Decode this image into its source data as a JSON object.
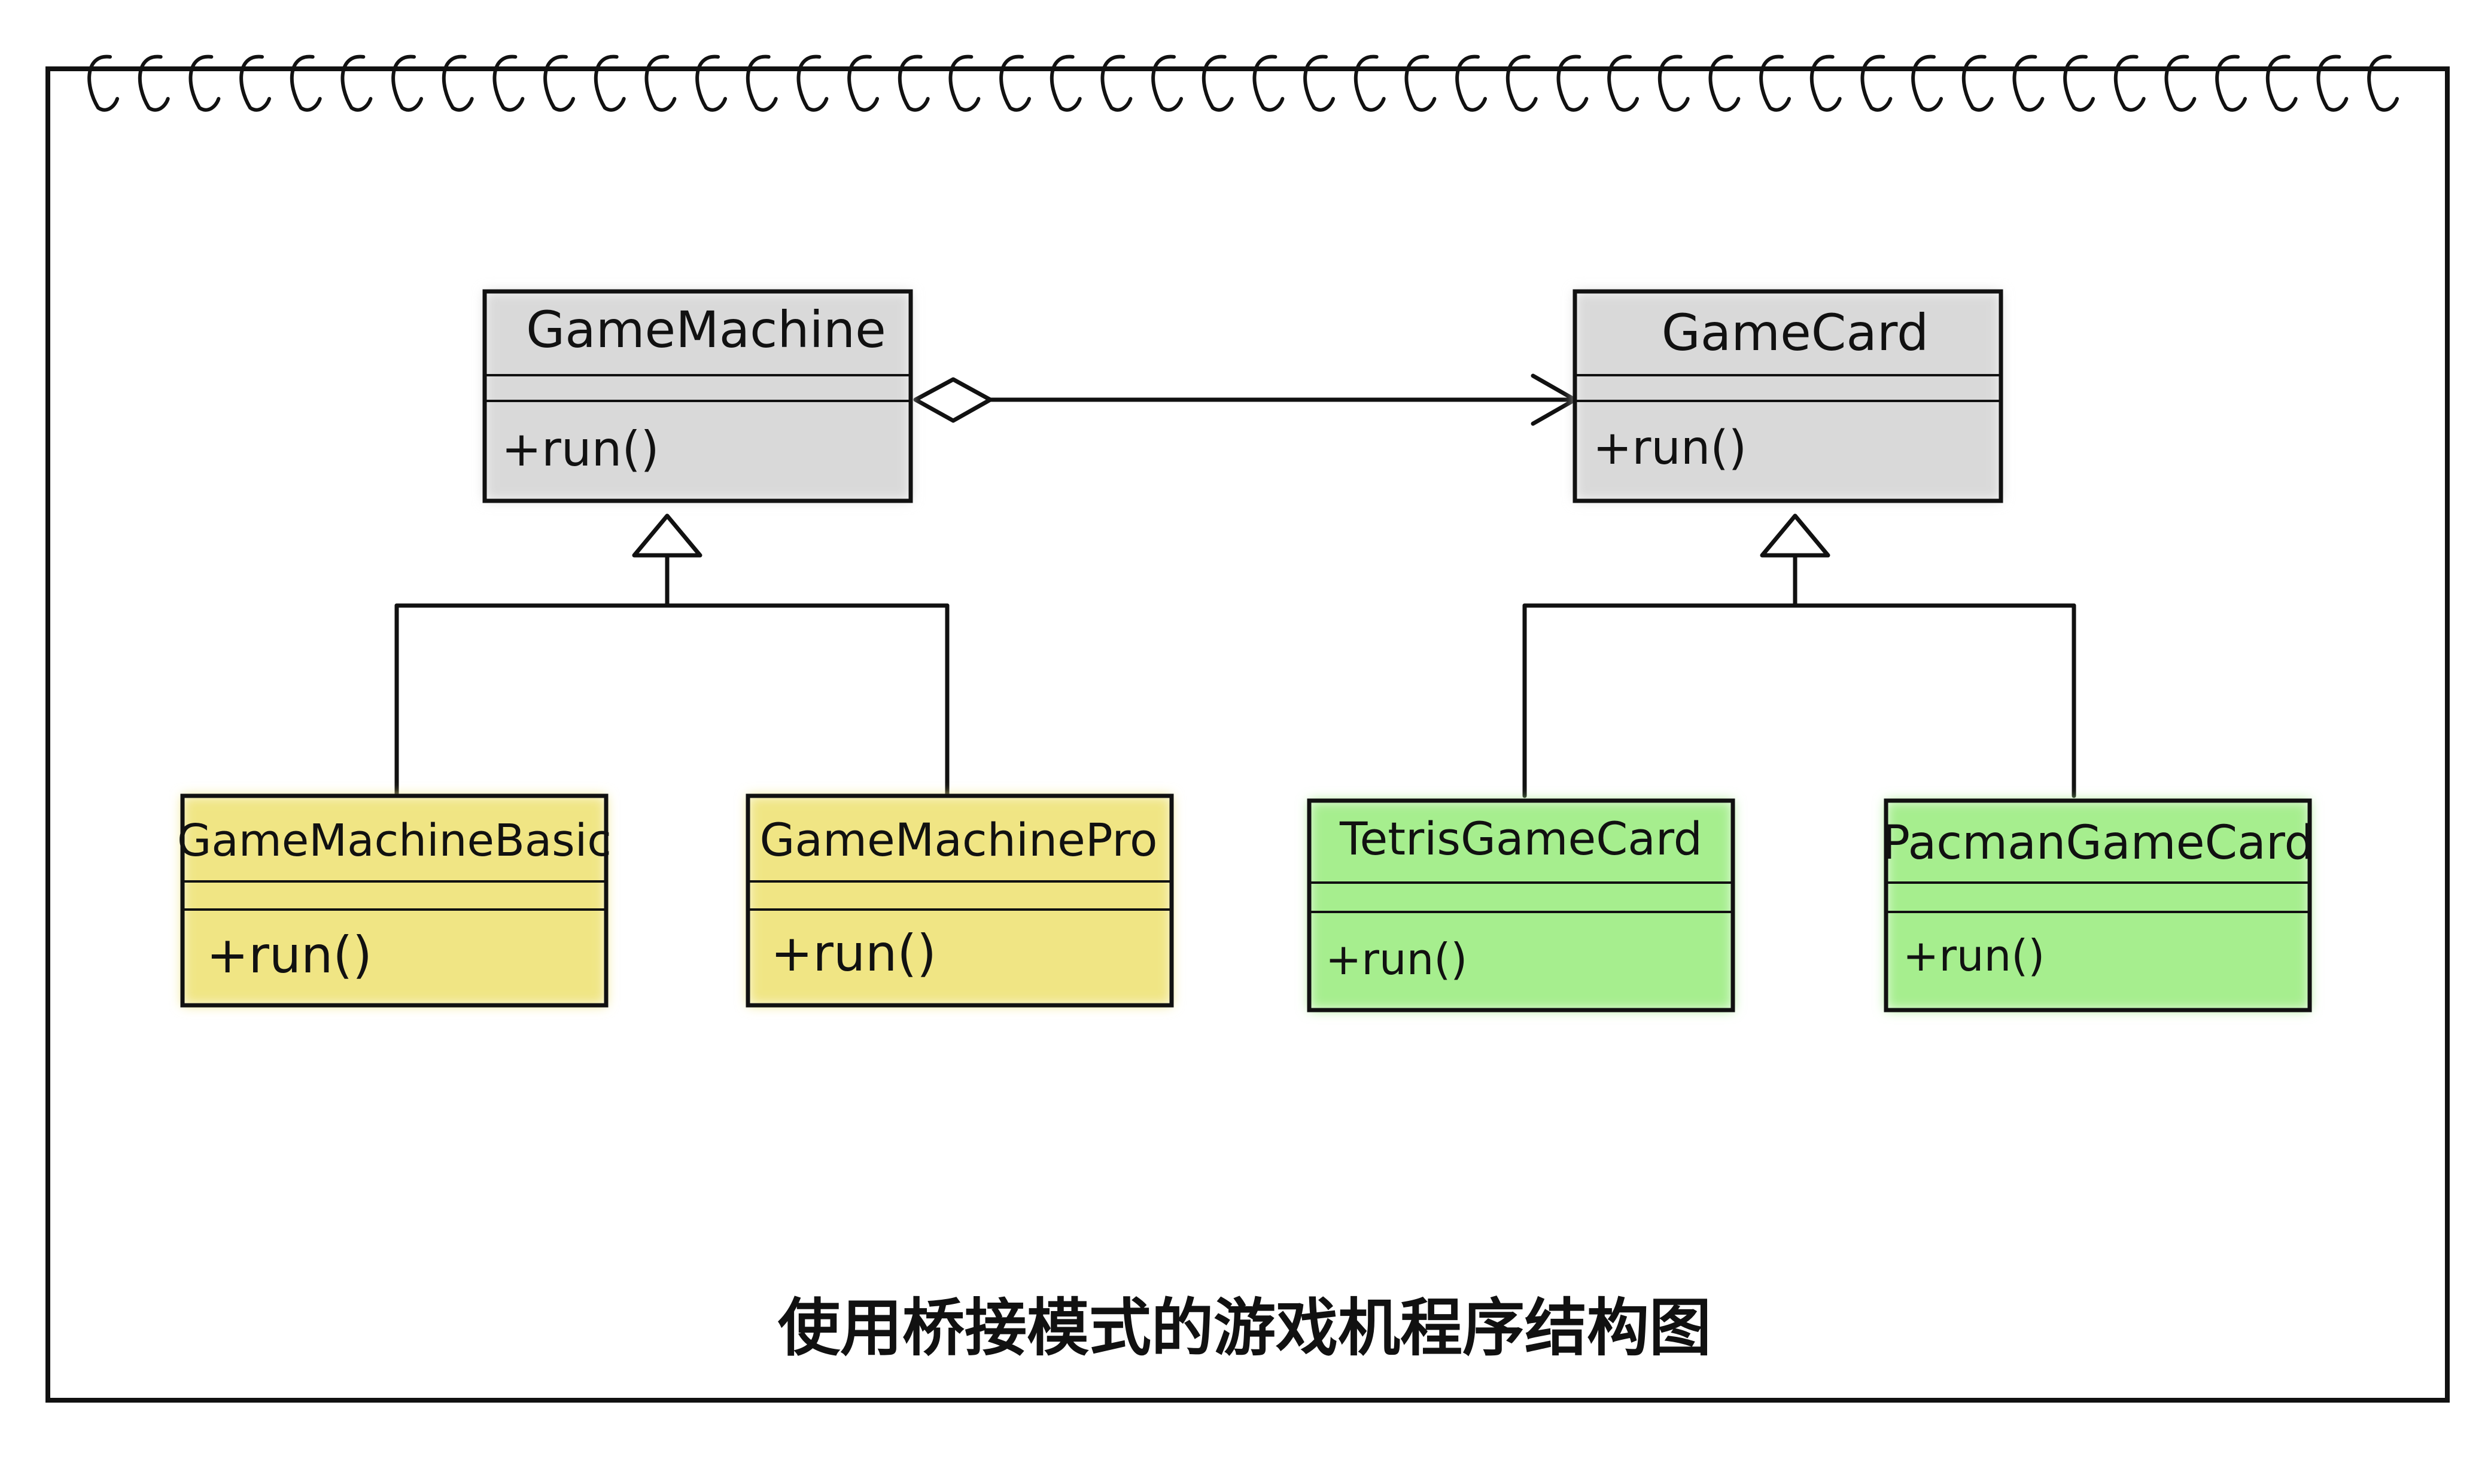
{
  "diagram": {
    "caption": "使用桥接模式的游戏机程序结构图",
    "colors": {
      "abstraction": "#d9d9d9",
      "refined_abstraction": "#f0e584",
      "implementor": "#d9d9d9",
      "concrete_implementor": "#a6ee8e",
      "line": "#111111"
    },
    "classes": {
      "game_machine": {
        "name": "GameMachine",
        "method": "+run()"
      },
      "game_card": {
        "name": "GameCard",
        "method": "+run()"
      },
      "game_machine_basic": {
        "name": "GameMachineBasic",
        "method": "+run()"
      },
      "game_machine_pro": {
        "name": "GameMachinePro",
        "method": "+run()"
      },
      "tetris_game_card": {
        "name": "TetrisGameCard",
        "method": "+run()"
      },
      "pacman_game_card": {
        "name": "PacmanGameCard",
        "method": "+run()"
      }
    },
    "relations": [
      {
        "type": "aggregation",
        "from": "GameMachine",
        "to": "GameCard"
      },
      {
        "type": "inheritance",
        "from": "GameMachineBasic",
        "to": "GameMachine"
      },
      {
        "type": "inheritance",
        "from": "GameMachinePro",
        "to": "GameMachine"
      },
      {
        "type": "inheritance",
        "from": "TetrisGameCard",
        "to": "GameCard"
      },
      {
        "type": "inheritance",
        "from": "PacmanGameCard",
        "to": "GameCard"
      }
    ]
  }
}
